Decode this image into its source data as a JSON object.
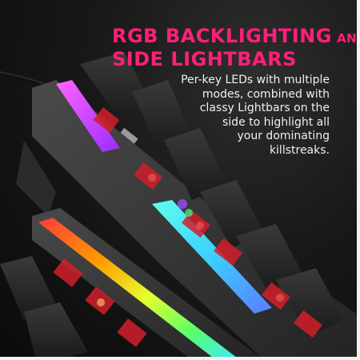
{
  "headline": {
    "line1_big": "RGB BACKLIGHTING",
    "line1_small": "AND",
    "line2_big": "SIDE LIGHTBARS"
  },
  "description": [
    "Per-key LEDs with multiple",
    "modes, combined with",
    "classy Lightbars on the",
    "side to highlight all",
    "your dominating",
    "killstreaks."
  ],
  "colors": {
    "headline": "#ff1f7a",
    "body_text": "#f0f0f0",
    "background": "#141414",
    "lightbar_top_start": "#d94cff",
    "lightbar_mid_start": "#40f0ff",
    "lightbar_bottom": [
      "#ff3b3b",
      "#ffb300",
      "#9cff3a",
      "#3ce8ff"
    ]
  }
}
